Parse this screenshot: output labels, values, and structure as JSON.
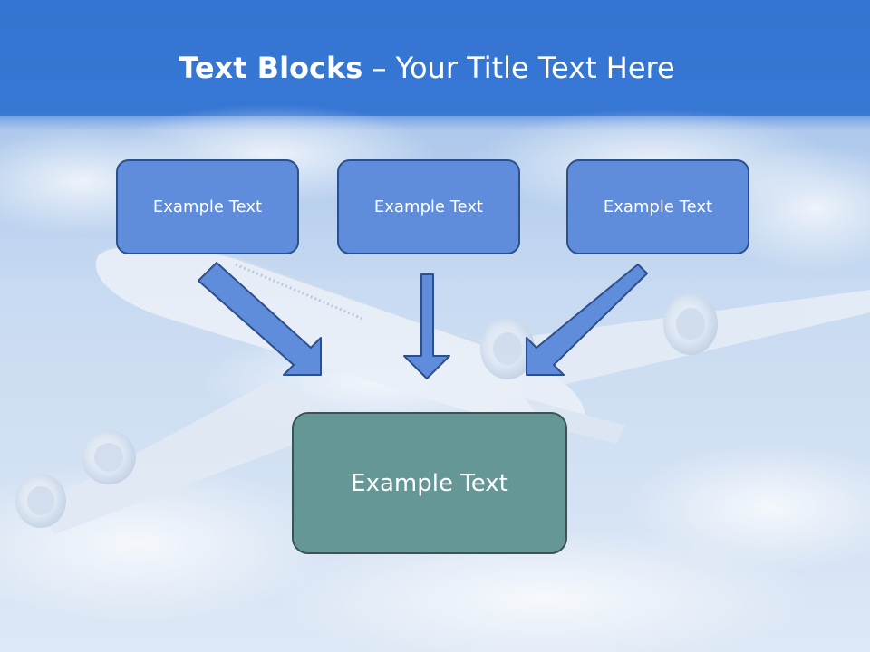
{
  "slide": {
    "title_bold": "Text Blocks",
    "title_separator": " – ",
    "title_rest": "Your Title Text Here",
    "boxes": [
      {
        "label": "Example Text"
      },
      {
        "label": "Example Text"
      },
      {
        "label": "Example Text"
      }
    ],
    "target_box": {
      "label": "Example Text"
    }
  },
  "colors": {
    "header_band": "#3b78d4",
    "sky": "#c9dcf2",
    "box_fill": "#5f8ddb",
    "box_border": "#2d4f8a",
    "target_fill": "#649796",
    "arrow_fill": "#5f8ddb"
  },
  "background": {
    "icon": "airplane-in-clouds-photo"
  }
}
